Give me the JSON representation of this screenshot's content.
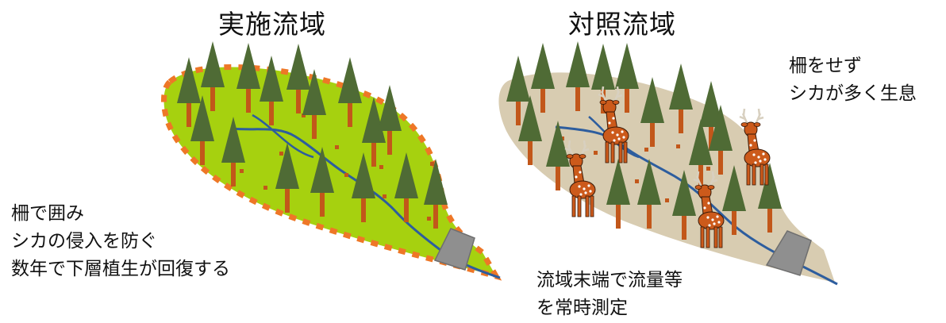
{
  "colors": {
    "treated_fill": "#a6d10f",
    "fence": "#ee7727",
    "control_fill": "#d8ccb1",
    "tree": "#4f6b35",
    "trunk": "#c2571a",
    "stream": "#2d5d9e",
    "weir": "#8f8f8f",
    "deer": "#cc5a1b"
  },
  "left": {
    "title": "実施流域",
    "note_lines": [
      "柵で囲み",
      "シカの侵入を防ぐ",
      "数年で下層植生が回復する"
    ]
  },
  "right": {
    "title": "対照流域",
    "note_lines": [
      "柵をせず",
      "シカが多く生息"
    ]
  },
  "bottom_note_lines": [
    "流域末端で流量等",
    "を常時測定"
  ],
  "icons": [
    "tree-icon",
    "deer-icon",
    "weir-icon",
    "fence-icon",
    "stream-icon"
  ]
}
